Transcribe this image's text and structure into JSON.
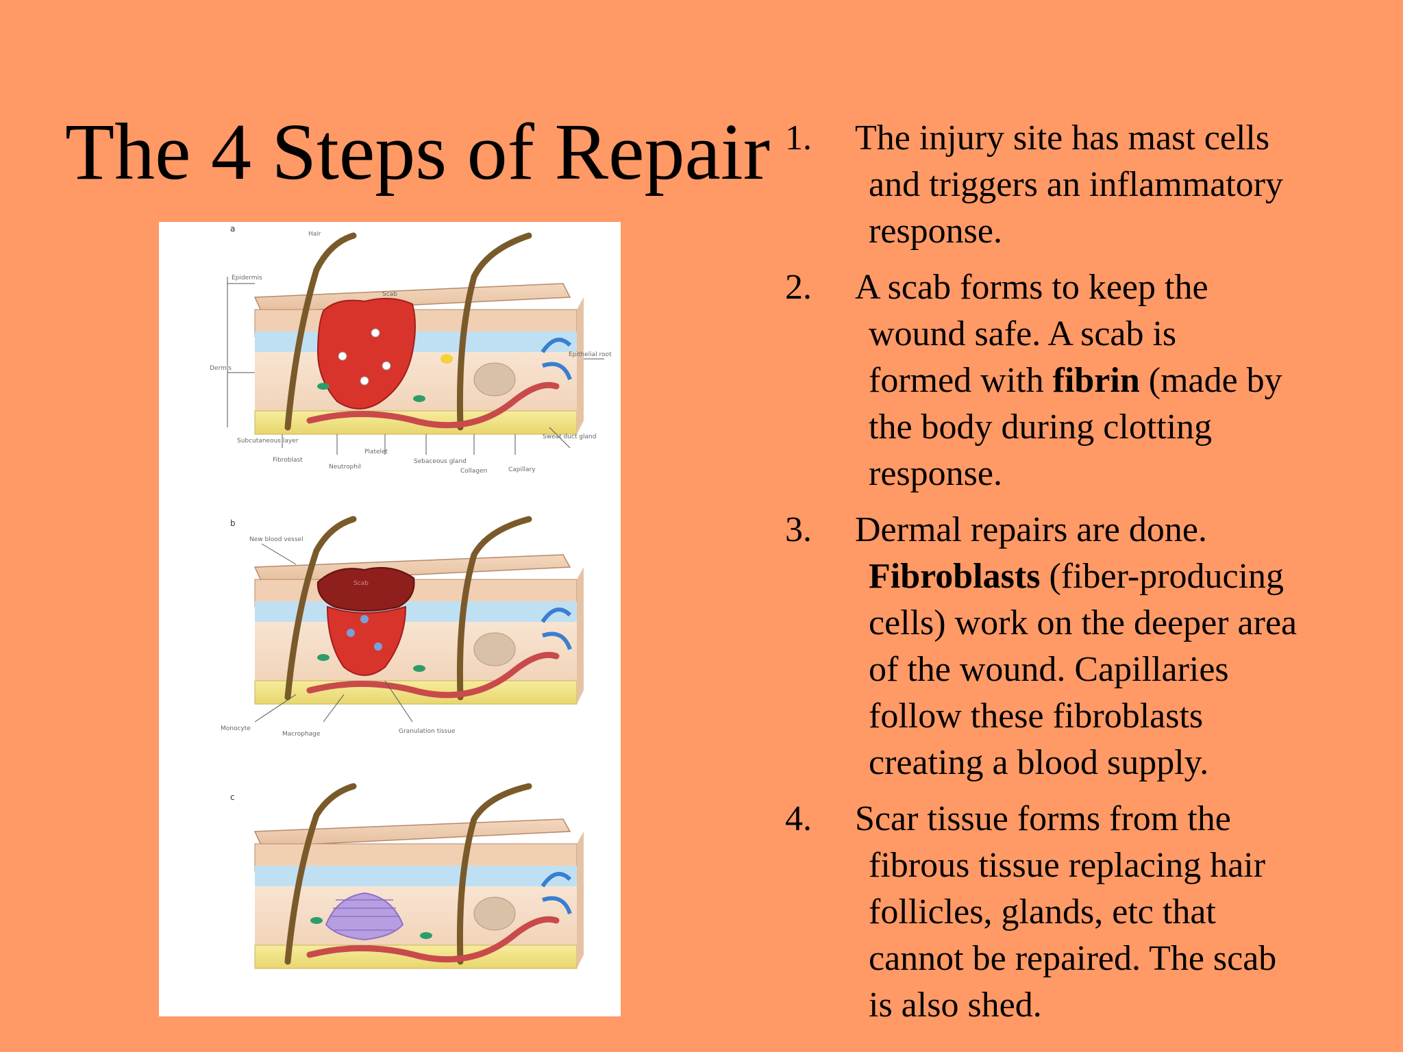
{
  "slide": {
    "title": "The 4 Steps of Repair",
    "background_color": "#FF9966"
  },
  "figure": {
    "panels": [
      {
        "letter": "a",
        "labels": [
          "Hair",
          "Epidermis",
          "Dermis",
          "Subcutaneous layer",
          "Fibroblast",
          "Neutrophil",
          "Platelet",
          "Sebaceous gland",
          "Collagen",
          "Capillary",
          "Sweat duct gland",
          "Epithelial root",
          "Scab"
        ]
      },
      {
        "letter": "b",
        "labels": [
          "New blood vessel",
          "Monocyte",
          "Macrophage",
          "Granulation tissue",
          "Scab"
        ]
      },
      {
        "letter": "c",
        "labels": []
      }
    ]
  },
  "steps": [
    {
      "number": "1.",
      "first": "The injury site has mast cells",
      "rest": [
        "and triggers an inflammatory",
        "response."
      ]
    },
    {
      "number": "2.",
      "first": "A scab forms to keep the",
      "rest": [
        "wound safe.  A scab is"
      ],
      "bold_line": {
        "before": "formed with ",
        "bold": "fibrin",
        "after": " (made by"
      },
      "rest_after": [
        "the body during clotting",
        "response."
      ]
    },
    {
      "number": "3.",
      "first": "Dermal repairs are done.",
      "bold_line": {
        "before": "",
        "bold": "Fibroblasts",
        "after": " (fiber-producing"
      },
      "rest_after": [
        "cells) work on the deeper area",
        "of the wound.  Capillaries",
        "follow these fibroblasts",
        "creating a blood supply."
      ]
    },
    {
      "number": "4.",
      "first": "Scar tissue forms from the",
      "rest": [
        "fibrous tissue replacing hair",
        "follicles, glands, etc that",
        "cannot be repaired.  The scab",
        "is also shed."
      ]
    }
  ]
}
